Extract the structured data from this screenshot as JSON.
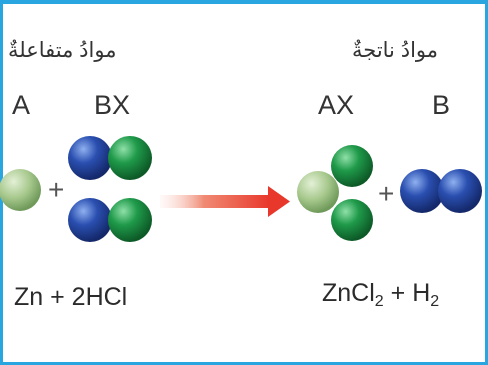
{
  "reactants": {
    "heading": "موادُ متفاعلةٌ",
    "label_a": "A",
    "label_bx": "BX",
    "plus": "+",
    "equation": "Zn + 2HCl"
  },
  "products": {
    "heading": "موادُ ناتجةٌ",
    "label_ax": "AX",
    "label_b": "B",
    "plus": "+",
    "equation_zncl": "ZnCl",
    "equation_sub1": "2",
    "equation_plus": " + H",
    "equation_sub2": "2"
  },
  "colors": {
    "frame": "#29a6df",
    "arrow": "#e8372b",
    "atom_a": "#a8c98e",
    "atom_b": "#2a4fb0",
    "atom_x": "#1f9a4a"
  }
}
